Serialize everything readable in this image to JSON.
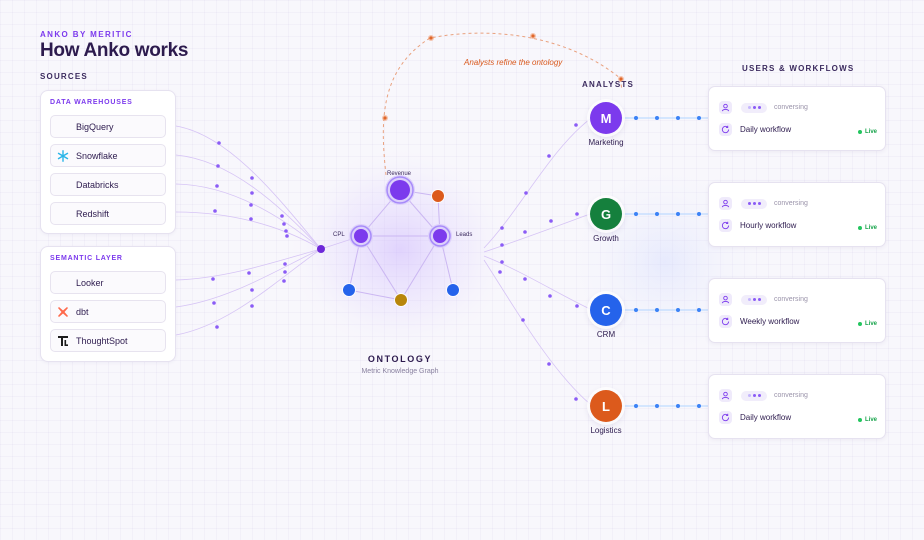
{
  "header": {
    "eyebrow": "ANKO BY MERITIC",
    "title": "How Anko works"
  },
  "sources": {
    "heading": "SOURCES",
    "warehouses": {
      "heading": "DATA WAREHOUSES",
      "items": [
        {
          "label": "BigQuery",
          "icon": "bigquery-icon"
        },
        {
          "label": "Snowflake",
          "icon": "snowflake-icon"
        },
        {
          "label": "Databricks",
          "icon": "databricks-icon"
        },
        {
          "label": "Redshift",
          "icon": "redshift-icon"
        }
      ]
    },
    "semantic": {
      "heading": "SEMANTIC LAYER",
      "items": [
        {
          "label": "Looker",
          "icon": "looker-icon"
        },
        {
          "label": "dbt",
          "icon": "dbt-icon"
        },
        {
          "label": "ThoughtSpot",
          "icon": "thoughtspot-icon"
        }
      ]
    }
  },
  "ontology": {
    "title": "ONTOLOGY",
    "subtitle": "Metric Knowledge Graph",
    "nodes": [
      "Revenue",
      "CPL",
      "Leads"
    ]
  },
  "feedback_label": "Analysts refine the ontology",
  "analysts": {
    "heading": "ANALYSTS",
    "items": [
      {
        "letter": "M",
        "label": "Marketing",
        "color": "#7c3aed"
      },
      {
        "letter": "G",
        "label": "Growth",
        "color": "#15803d"
      },
      {
        "letter": "C",
        "label": "CRM",
        "color": "#2563eb"
      },
      {
        "letter": "L",
        "label": "Logistics",
        "color": "#dc5a1c"
      }
    ]
  },
  "workflows": {
    "heading": "USERS & WORKFLOWS",
    "items": [
      {
        "status": "conversing",
        "name": "Daily workflow",
        "live": "Live"
      },
      {
        "status": "conversing",
        "name": "Hourly workflow",
        "live": "Live"
      },
      {
        "status": "conversing",
        "name": "Weekly workflow",
        "live": "Live"
      },
      {
        "status": "conversing",
        "name": "Daily workflow",
        "live": "Live"
      }
    ]
  },
  "colors": {
    "accent": "#7c3aed",
    "feedback": "#e0672b",
    "flow": "#3b82f6",
    "live": "#16a34a"
  }
}
